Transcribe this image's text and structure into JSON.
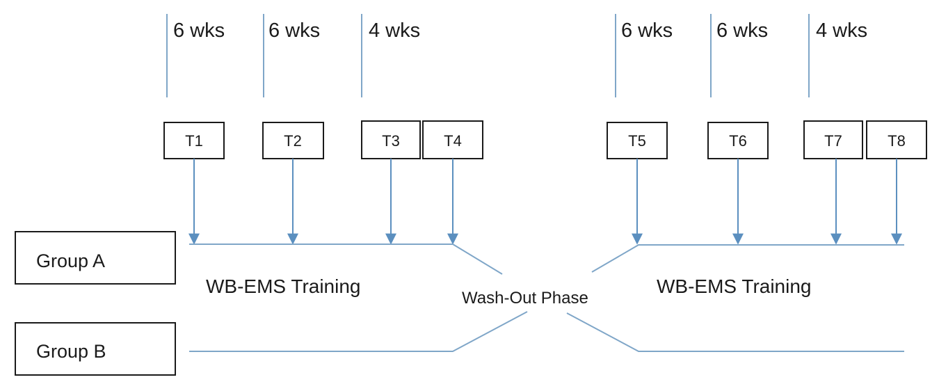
{
  "durations": [
    "6 wks",
    "6 wks",
    "4 wks",
    "6 wks",
    "6 wks",
    "4 wks"
  ],
  "timepoints": [
    "T1",
    "T2",
    "T3",
    "T4",
    "T5",
    "T6",
    "T7",
    "T8"
  ],
  "groups": [
    "Group A",
    "Group B"
  ],
  "phases": {
    "training_1": "WB-EMS Training",
    "washout": "Wash-Out Phase",
    "training_2": "WB-EMS Training"
  },
  "colors": {
    "line": "#7fa6c8",
    "arrow": "#5b8fbf",
    "box_border": "#1a1a1a",
    "text": "#1a1a1a"
  }
}
